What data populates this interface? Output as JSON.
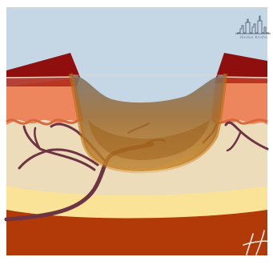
{
  "watermark": {
    "text": "Hindus Krishn"
  },
  "colors": {
    "sky": "#c5d6e4",
    "topsoil": "#8f0f0f",
    "dermis_upper": "#ee865d",
    "dermis_mid": "#ecdcb9",
    "dermis_lower": "#fae397",
    "deep_layer": "#b23908",
    "vessel": "#6e3443",
    "ulcer_gray": "#8b7c6b",
    "ulcer_gold": "#c07a1a"
  },
  "icons": {
    "logo": "city-skyline-logo",
    "signature": "handwritten-h-signature"
  }
}
